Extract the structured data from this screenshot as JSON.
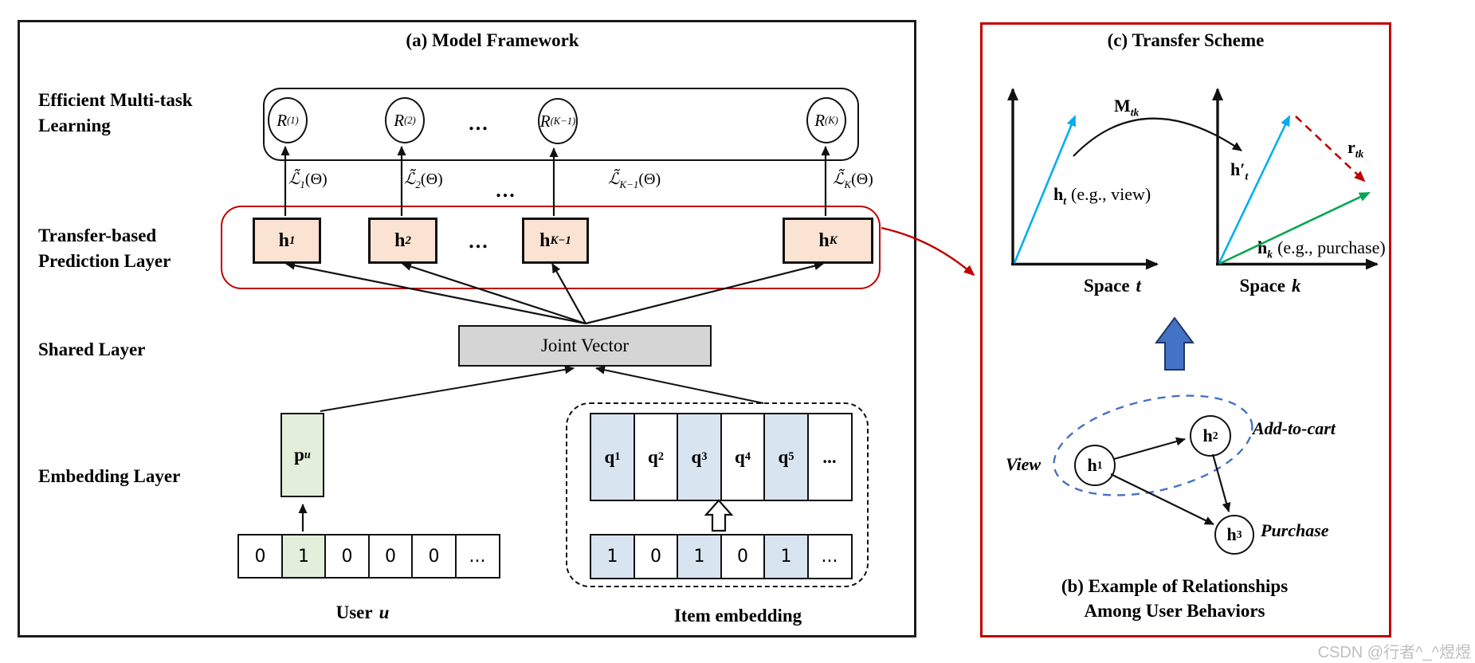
{
  "panel_a": {
    "title": "(a)  Model Framework",
    "labels": {
      "multitask_1": "Efficient Multi-task",
      "multitask_2": "Learning",
      "transfer_1": "Transfer-based",
      "transfer_2": "Prediction Layer",
      "shared": "Shared Layer",
      "embedding": "Embedding Layer"
    },
    "ellipsis": "...",
    "tasks": [
      {
        "r": {
          "base": "R",
          "sub": "(1)"
        },
        "loss": {
          "pre": "ℒ̃",
          "sub": "1",
          "post": "(Θ)"
        },
        "h": {
          "base": "h",
          "sub": "1"
        }
      },
      {
        "r": {
          "base": "R",
          "sub": "(2)"
        },
        "loss": {
          "pre": "ℒ̃",
          "sub": "2",
          "post": "(Θ)"
        },
        "h": {
          "base": "h",
          "sub": "2"
        }
      },
      {
        "r": {
          "base": "R",
          "sub": "(K−1)"
        },
        "loss": {
          "pre": "ℒ̃",
          "sub": "K−1",
          "post": "(Θ)"
        },
        "h": {
          "base": "h",
          "sub": "K−1"
        }
      },
      {
        "r": {
          "base": "R",
          "sub": "(K)"
        },
        "loss": {
          "pre": "ℒ̃",
          "sub": "K",
          "post": "(Θ)"
        },
        "h": {
          "base": "h",
          "sub": "K"
        }
      }
    ],
    "joint_vector": "Joint Vector",
    "user": {
      "p": {
        "base": "p",
        "sub": "u"
      },
      "onehot": [
        "0",
        "1",
        "0",
        "0",
        "0",
        "..."
      ],
      "caption": {
        "text": "User",
        "var": "u"
      }
    },
    "item": {
      "q_cells": [
        {
          "base": "q",
          "sub": "1"
        },
        {
          "base": "q",
          "sub": "2"
        },
        {
          "base": "q",
          "sub": "3"
        },
        {
          "base": "q",
          "sub": "4"
        },
        {
          "base": "q",
          "sub": "5"
        },
        {
          "base": "...",
          "sub": ""
        }
      ],
      "onehot": [
        "1",
        "0",
        "1",
        "0",
        "1",
        "..."
      ],
      "caption": "Item embedding"
    }
  },
  "panel_c": {
    "title": "(c)  Transfer Scheme",
    "m": {
      "base": "M",
      "sub": "tk"
    },
    "ht": {
      "base": "h",
      "sub": "t",
      "rest": "(e.g., view)"
    },
    "ht_prime": {
      "base": "h′",
      "sub": "t"
    },
    "rtk": {
      "base": "r",
      "sub": "tk"
    },
    "hk": {
      "base": "h",
      "sub": "k",
      "rest": "(e.g., purchase)"
    },
    "space_t": {
      "text": "Space",
      "var": "t"
    },
    "space_k": {
      "text": "Space",
      "var": "k"
    }
  },
  "panel_b": {
    "heading_1": "(b)  Example of Relationships",
    "heading_2": "Among User  Behaviors",
    "nodes": [
      {
        "base": "h",
        "sub": "1"
      },
      {
        "base": "h",
        "sub": "2"
      },
      {
        "base": "h",
        "sub": "3"
      }
    ],
    "view": "View",
    "add_to_cart": "Add-to-cart",
    "purchase": "Purchase"
  },
  "watermark": "CSDN @行者^_^煜煜",
  "colors": {
    "red": "#c00000",
    "cyan": "#00aeef",
    "green": "#00a651",
    "blue_block_arrow": "#4472c4",
    "prediction_box_fill": "#fae3d3",
    "joint_vector_fill": "#d5d5d5",
    "user_cell_fill": "#e3efda",
    "item_cell_fill": "#d9e4f1"
  }
}
